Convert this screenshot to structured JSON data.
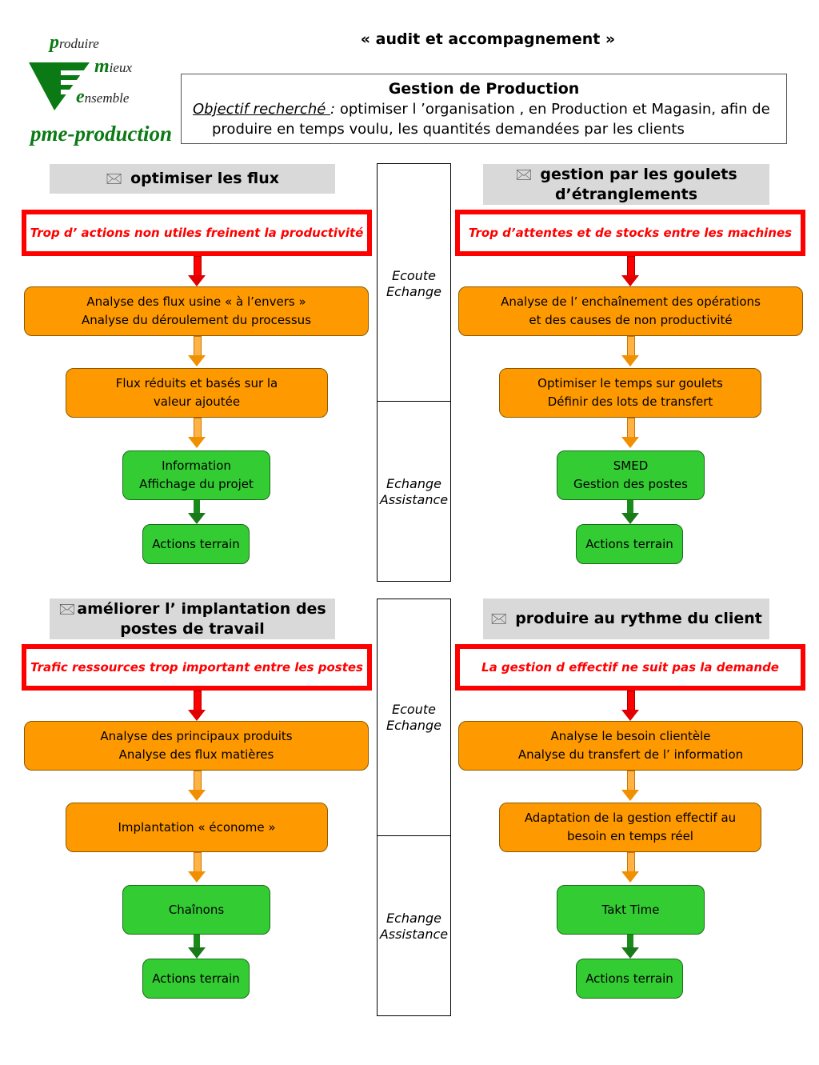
{
  "logo": {
    "line1_cap": "p",
    "line1_rest": "roduire",
    "line2_cap": "m",
    "line2_rest": "ieux",
    "line3_cap": "e",
    "line3_rest": "nsemble",
    "brand": "pme-production"
  },
  "header": {
    "top_title": "« audit et accompagnement »",
    "box_title": "Gestion de Production",
    "objective_label": "Objectif recherché ",
    "objective_colon": ":",
    "objective_text": " optimiser l ’organisation , en Production et Magasin, afin de",
    "objective_text2": "produire en temps voulu, les quantités demandées par les clients"
  },
  "sections": [
    {
      "title": "optimiser les flux",
      "problem": "Trop d’ actions non utiles freinent la productivité",
      "step1": [
        "Analyse des flux usine « à l’envers »",
        "Analyse du déroulement du processus"
      ],
      "step2": [
        "Flux réduits et basés sur la",
        "valeur ajoutée"
      ],
      "step3": [
        "Information",
        "Affichage du projet"
      ],
      "action": "Actions terrain"
    },
    {
      "title1": "gestion par les goulets",
      "title2": "d’étranglements",
      "problem": "Trop d’attentes et de stocks entre les machines",
      "step1": [
        "Analyse de l’ enchaînement des opérations",
        "et des causes de non productivité"
      ],
      "step2": [
        "Optimiser le temps sur goulets",
        "Définir des lots de transfert"
      ],
      "step3": [
        "SMED",
        "Gestion des postes"
      ],
      "action": "Actions terrain"
    },
    {
      "title1": "améliorer l’ implantation des",
      "title2": "postes de travail",
      "problem": "Trafic ressources trop important entre les postes",
      "step1": [
        "Analyse des principaux produits",
        "Analyse des flux matières"
      ],
      "step2": [
        "Implantation « économe »"
      ],
      "step3": [
        "Chaînons"
      ],
      "action": "Actions terrain"
    },
    {
      "title": "produire au rythme du client",
      "problem": "La gestion d effectif ne suit pas la demande",
      "step1": [
        "Analyse le besoin clientèle",
        "Analyse du transfert de l’ information"
      ],
      "step2": [
        "Adaptation de la gestion effectif au",
        "besoin  en temps réel"
      ],
      "step3": [
        "Takt Time"
      ],
      "action": "Actions terrain"
    }
  ],
  "middle": {
    "upper": [
      "Ecoute",
      "Echange"
    ],
    "lower": [
      "Echange",
      "Assistance"
    ]
  },
  "icons": {
    "section_icon": "envelope-icon",
    "logo_icon": "green-funnel-icon"
  },
  "colors": {
    "orange": "#ff9900",
    "green": "#33cc33",
    "red": "#ff0000",
    "dark_green": "#0b7a14"
  }
}
